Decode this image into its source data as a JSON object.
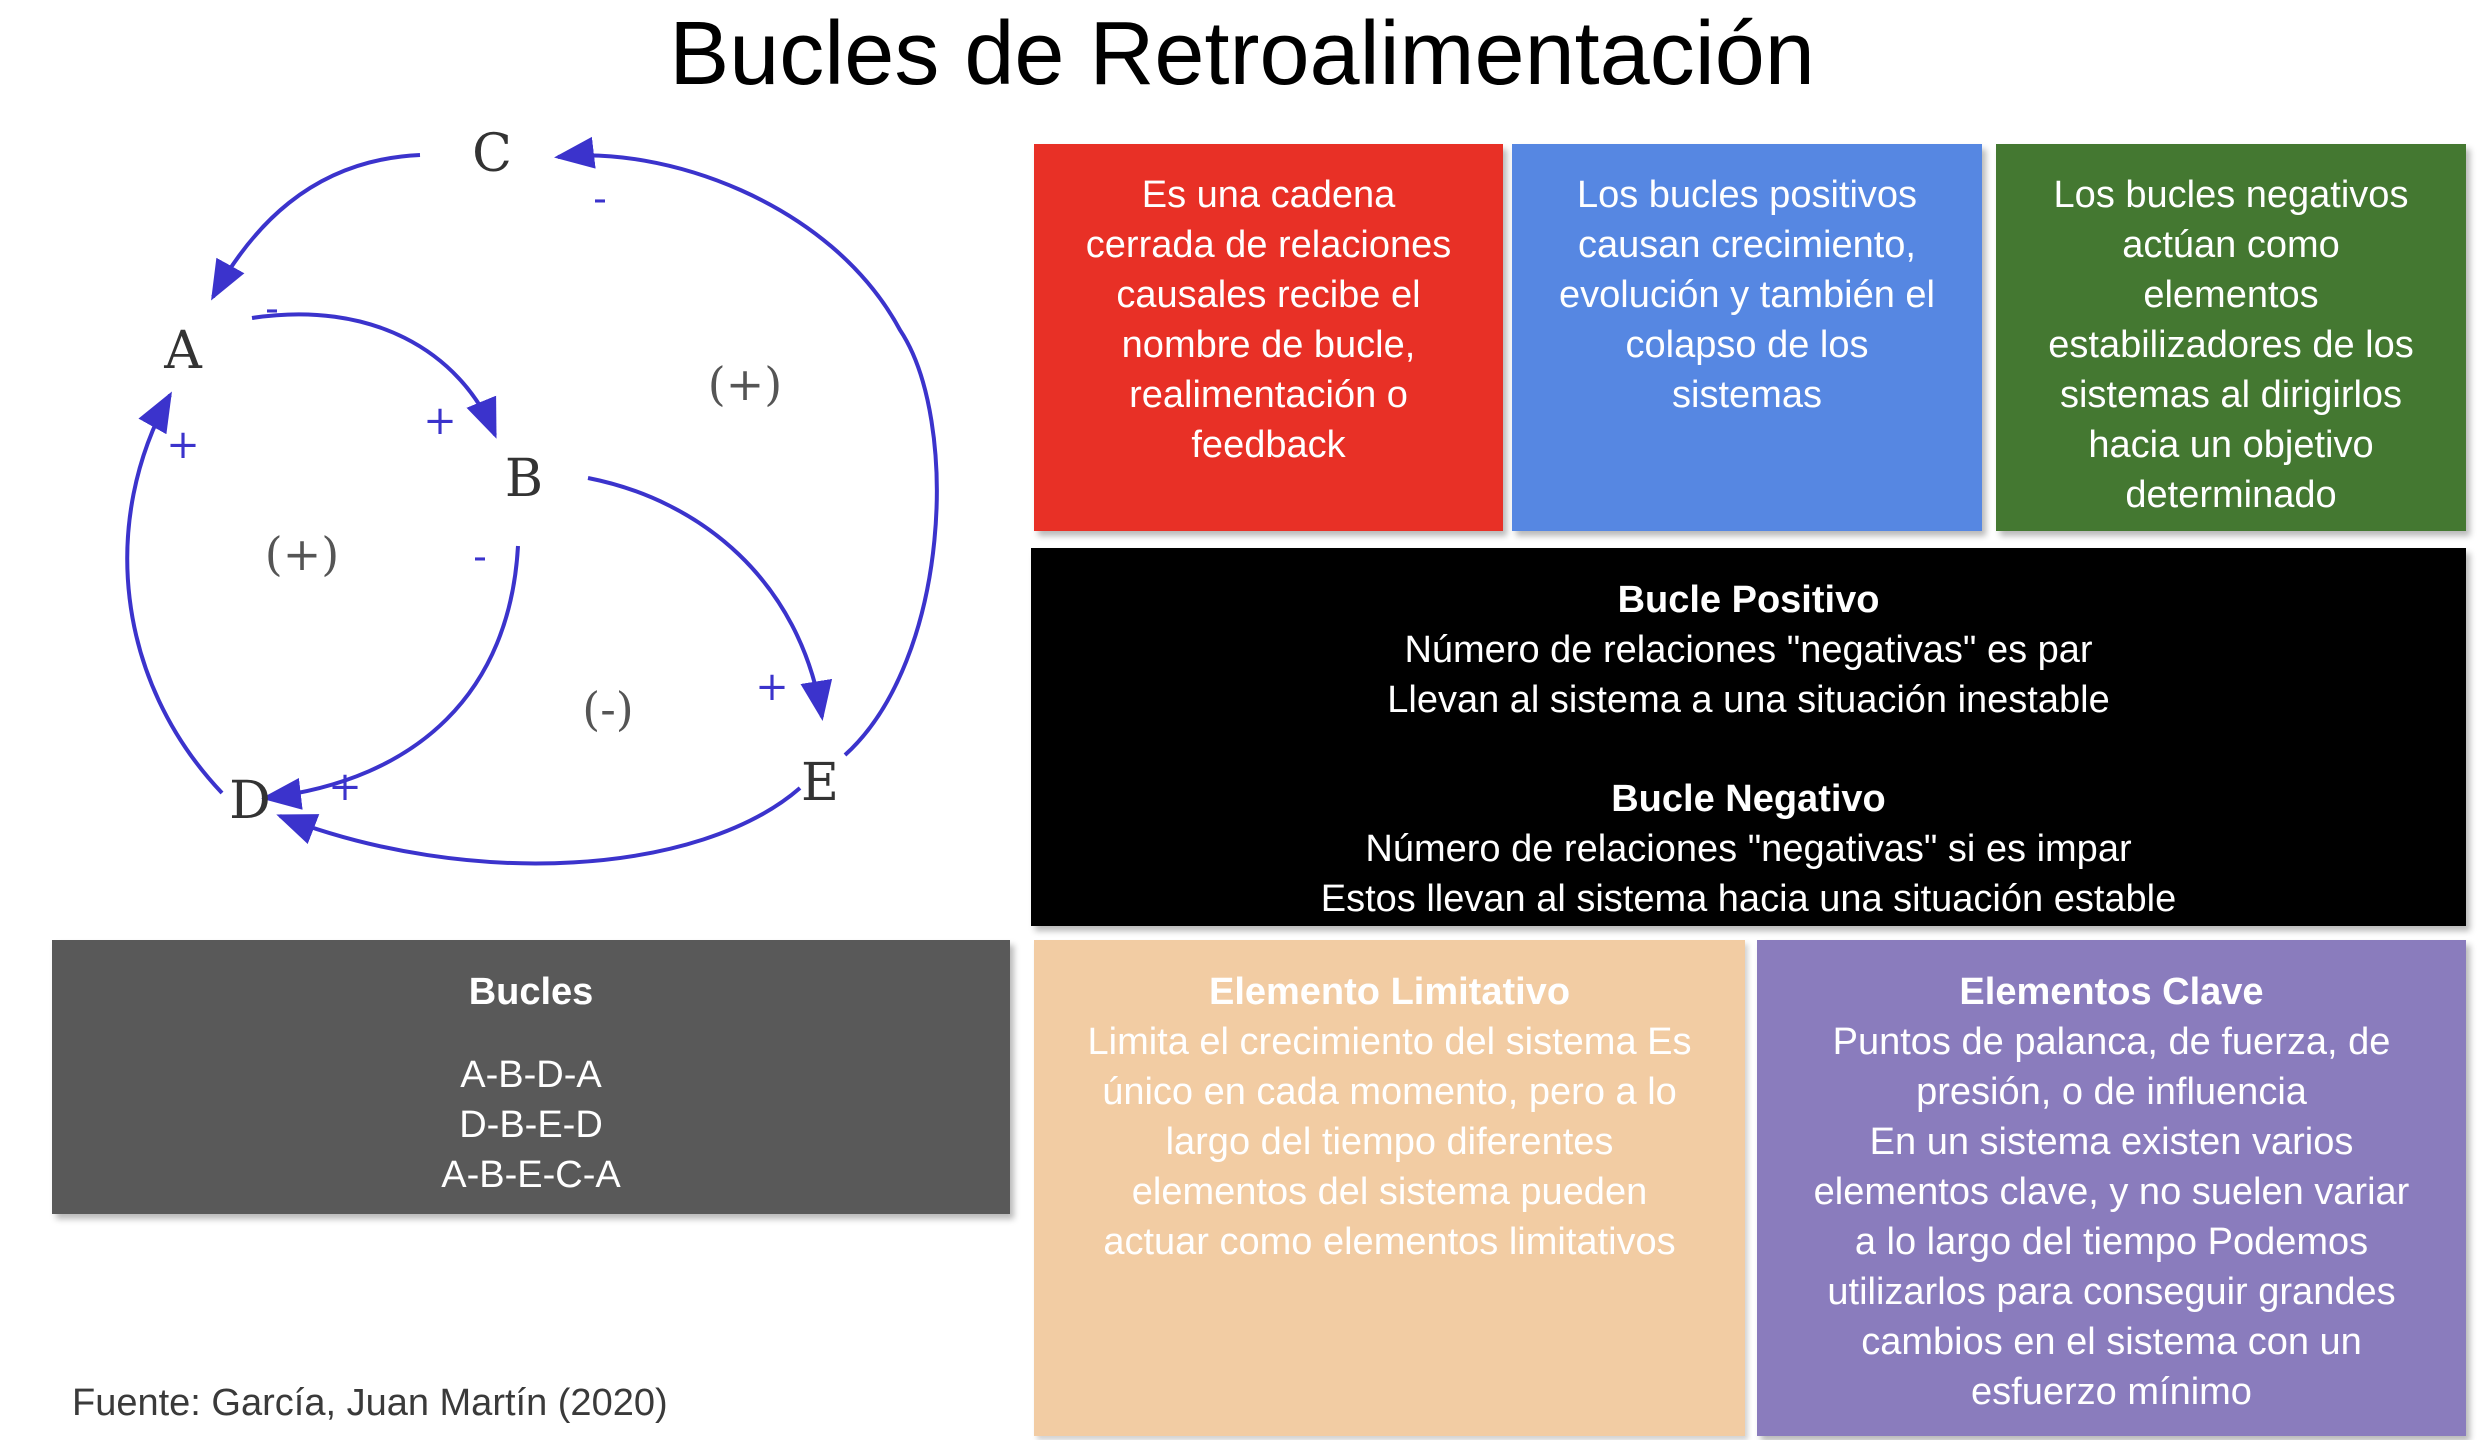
{
  "title": "Bucles de Retroalimentación",
  "diagram": {
    "nodes": [
      "A",
      "B",
      "C",
      "D",
      "E"
    ],
    "loop_labels": [
      "(+)",
      "(+)",
      "(-)"
    ],
    "signs": {
      "c_to_a": "-",
      "e_to_c": "-",
      "a_to_b": "+",
      "d_to_a": "+",
      "b_to_d": "-",
      "b_to_e": "+",
      "e_to_d": "+"
    },
    "arrow_color": "#3b33cc"
  },
  "boxes": {
    "definition": {
      "color": "#e83026",
      "lines": [
        "Es una cadena",
        "cerrada de relaciones",
        "causales recibe el",
        "nombre de bucle,",
        "realimentación o",
        "feedback"
      ]
    },
    "positive_loops": {
      "color": "#5687e2",
      "lines": [
        "Los bucles positivos",
        "causan crecimiento,",
        "evolución y también el",
        "colapso de los",
        "sistemas"
      ]
    },
    "negative_loops": {
      "color": "#447831",
      "lines": [
        "Los bucles negativos",
        "actúan como",
        "elementos",
        "estabilizadores de los",
        "sistemas al dirigirlos",
        "hacia un objetivo",
        "determinado"
      ]
    },
    "loop_types": {
      "color": "#000000",
      "positive_heading": "Bucle Positivo",
      "positive_lines": [
        "Número de relaciones \"negativas\" es par",
        "Llevan al sistema a una situación inestable"
      ],
      "negative_heading": "Bucle Negativo",
      "negative_lines": [
        "Número de relaciones \"negativas\" si es impar",
        "Estos llevan al sistema hacia una situación estable"
      ]
    },
    "loops_list": {
      "color": "#595959",
      "heading": "Bucles",
      "items": [
        "A-B-D-A",
        "D-B-E-D",
        "A-B-E-C-A"
      ]
    },
    "limiting_element": {
      "color": "#f2cca3",
      "heading": "Elemento Limitativo",
      "lines": [
        "Limita el crecimiento del sistema Es",
        "único en cada momento, pero a lo",
        "largo del tiempo diferentes",
        "elementos del sistema pueden",
        "actuar como elementos limitativos"
      ]
    },
    "key_elements": {
      "color": "#8a7cbd",
      "heading": "Elementos Clave",
      "lines": [
        "Puntos de palanca, de fuerza, de",
        "presión, o de influencia",
        "En un sistema existen varios",
        "elementos clave, y no suelen variar",
        "a lo largo del tiempo Podemos",
        "utilizarlos para conseguir grandes",
        "cambios en el sistema con un",
        "esfuerzo mínimo"
      ]
    }
  },
  "source": "Fuente: García, Juan Martín (2020)"
}
